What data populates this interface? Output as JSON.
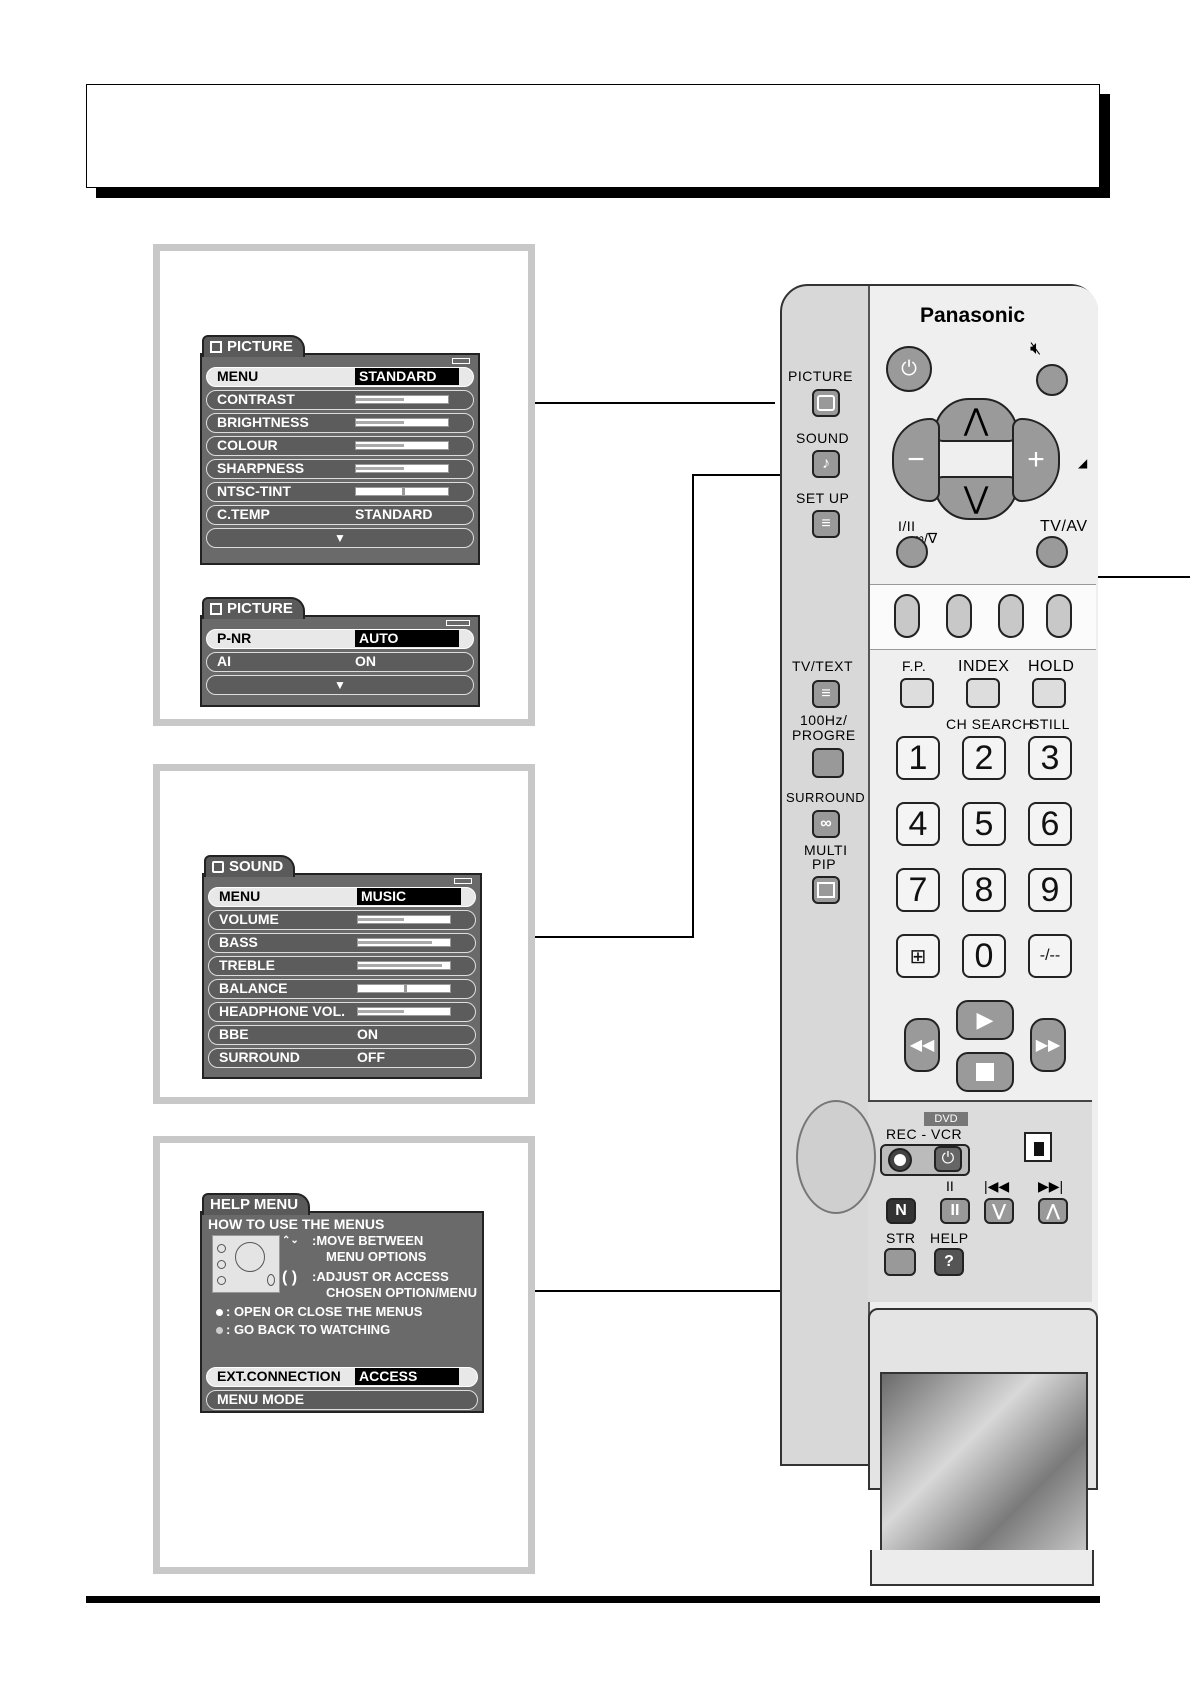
{
  "picture_menu": {
    "tab": "PICTURE",
    "rows": [
      {
        "label": "MENU",
        "value": "STANDARD"
      },
      {
        "label": "CONTRAST"
      },
      {
        "label": "BRIGHTNESS"
      },
      {
        "label": "COLOUR"
      },
      {
        "label": "SHARPNESS"
      },
      {
        "label": "NTSC-TINT"
      },
      {
        "label": "C.TEMP",
        "value": "STANDARD"
      }
    ],
    "more": "▼"
  },
  "picture_menu_2": {
    "tab": "PICTURE",
    "rows": [
      {
        "label": "P-NR",
        "value": "AUTO"
      },
      {
        "label": "AI",
        "value": "ON"
      }
    ],
    "more": "▼"
  },
  "sound_menu": {
    "tab": "SOUND",
    "rows": [
      {
        "label": "MENU",
        "value": "MUSIC"
      },
      {
        "label": "VOLUME"
      },
      {
        "label": "BASS"
      },
      {
        "label": "TREBLE"
      },
      {
        "label": "BALANCE"
      },
      {
        "label": "HEADPHONE VOL."
      },
      {
        "label": "BBE",
        "value": "ON"
      },
      {
        "label": "SURROUND",
        "value": "OFF"
      }
    ]
  },
  "help_menu": {
    "tab": "HELP MENU",
    "heading": "HOW TO USE THE MENUS",
    "move_1": ":MOVE BETWEEN",
    "move_2": "MENU OPTIONS",
    "adjust_1": ":ADJUST OR ACCESS",
    "adjust_2": "CHOSEN OPTION/MENU",
    "open": ": OPEN OR CLOSE THE MENUS",
    "back": ": GO BACK TO WATCHING",
    "rows": [
      {
        "label": "EXT.CONNECTION",
        "value": "ACCESS"
      },
      {
        "label": "MENU MODE"
      }
    ]
  },
  "remote": {
    "brand": "Panasonic",
    "side": {
      "picture": "PICTURE",
      "sound": "SOUND",
      "setup": "SET UP",
      "tvtext": "TV/TEXT",
      "hz_1": "100Hz/",
      "hz_2": "PROGRE",
      "surround": "SURROUND",
      "multi_1": "MULTI",
      "multi_2": "PIP"
    },
    "front": {
      "mono": "I/II",
      "tvav": "TV/AV",
      "fp": "F.P.",
      "index": "INDEX",
      "hold": "HOLD",
      "chsearch": "CH SEARCH",
      "still": "STILL",
      "numbers": [
        "1",
        "2",
        "3",
        "4",
        "5",
        "6",
        "7",
        "8",
        "9"
      ],
      "zero": "0",
      "dash": "-/--",
      "dvd": "DVD",
      "recvcr": "REC - VCR",
      "str": "STR",
      "help": "HELP",
      "n_label": "N",
      "help_symbol": "?"
    }
  }
}
